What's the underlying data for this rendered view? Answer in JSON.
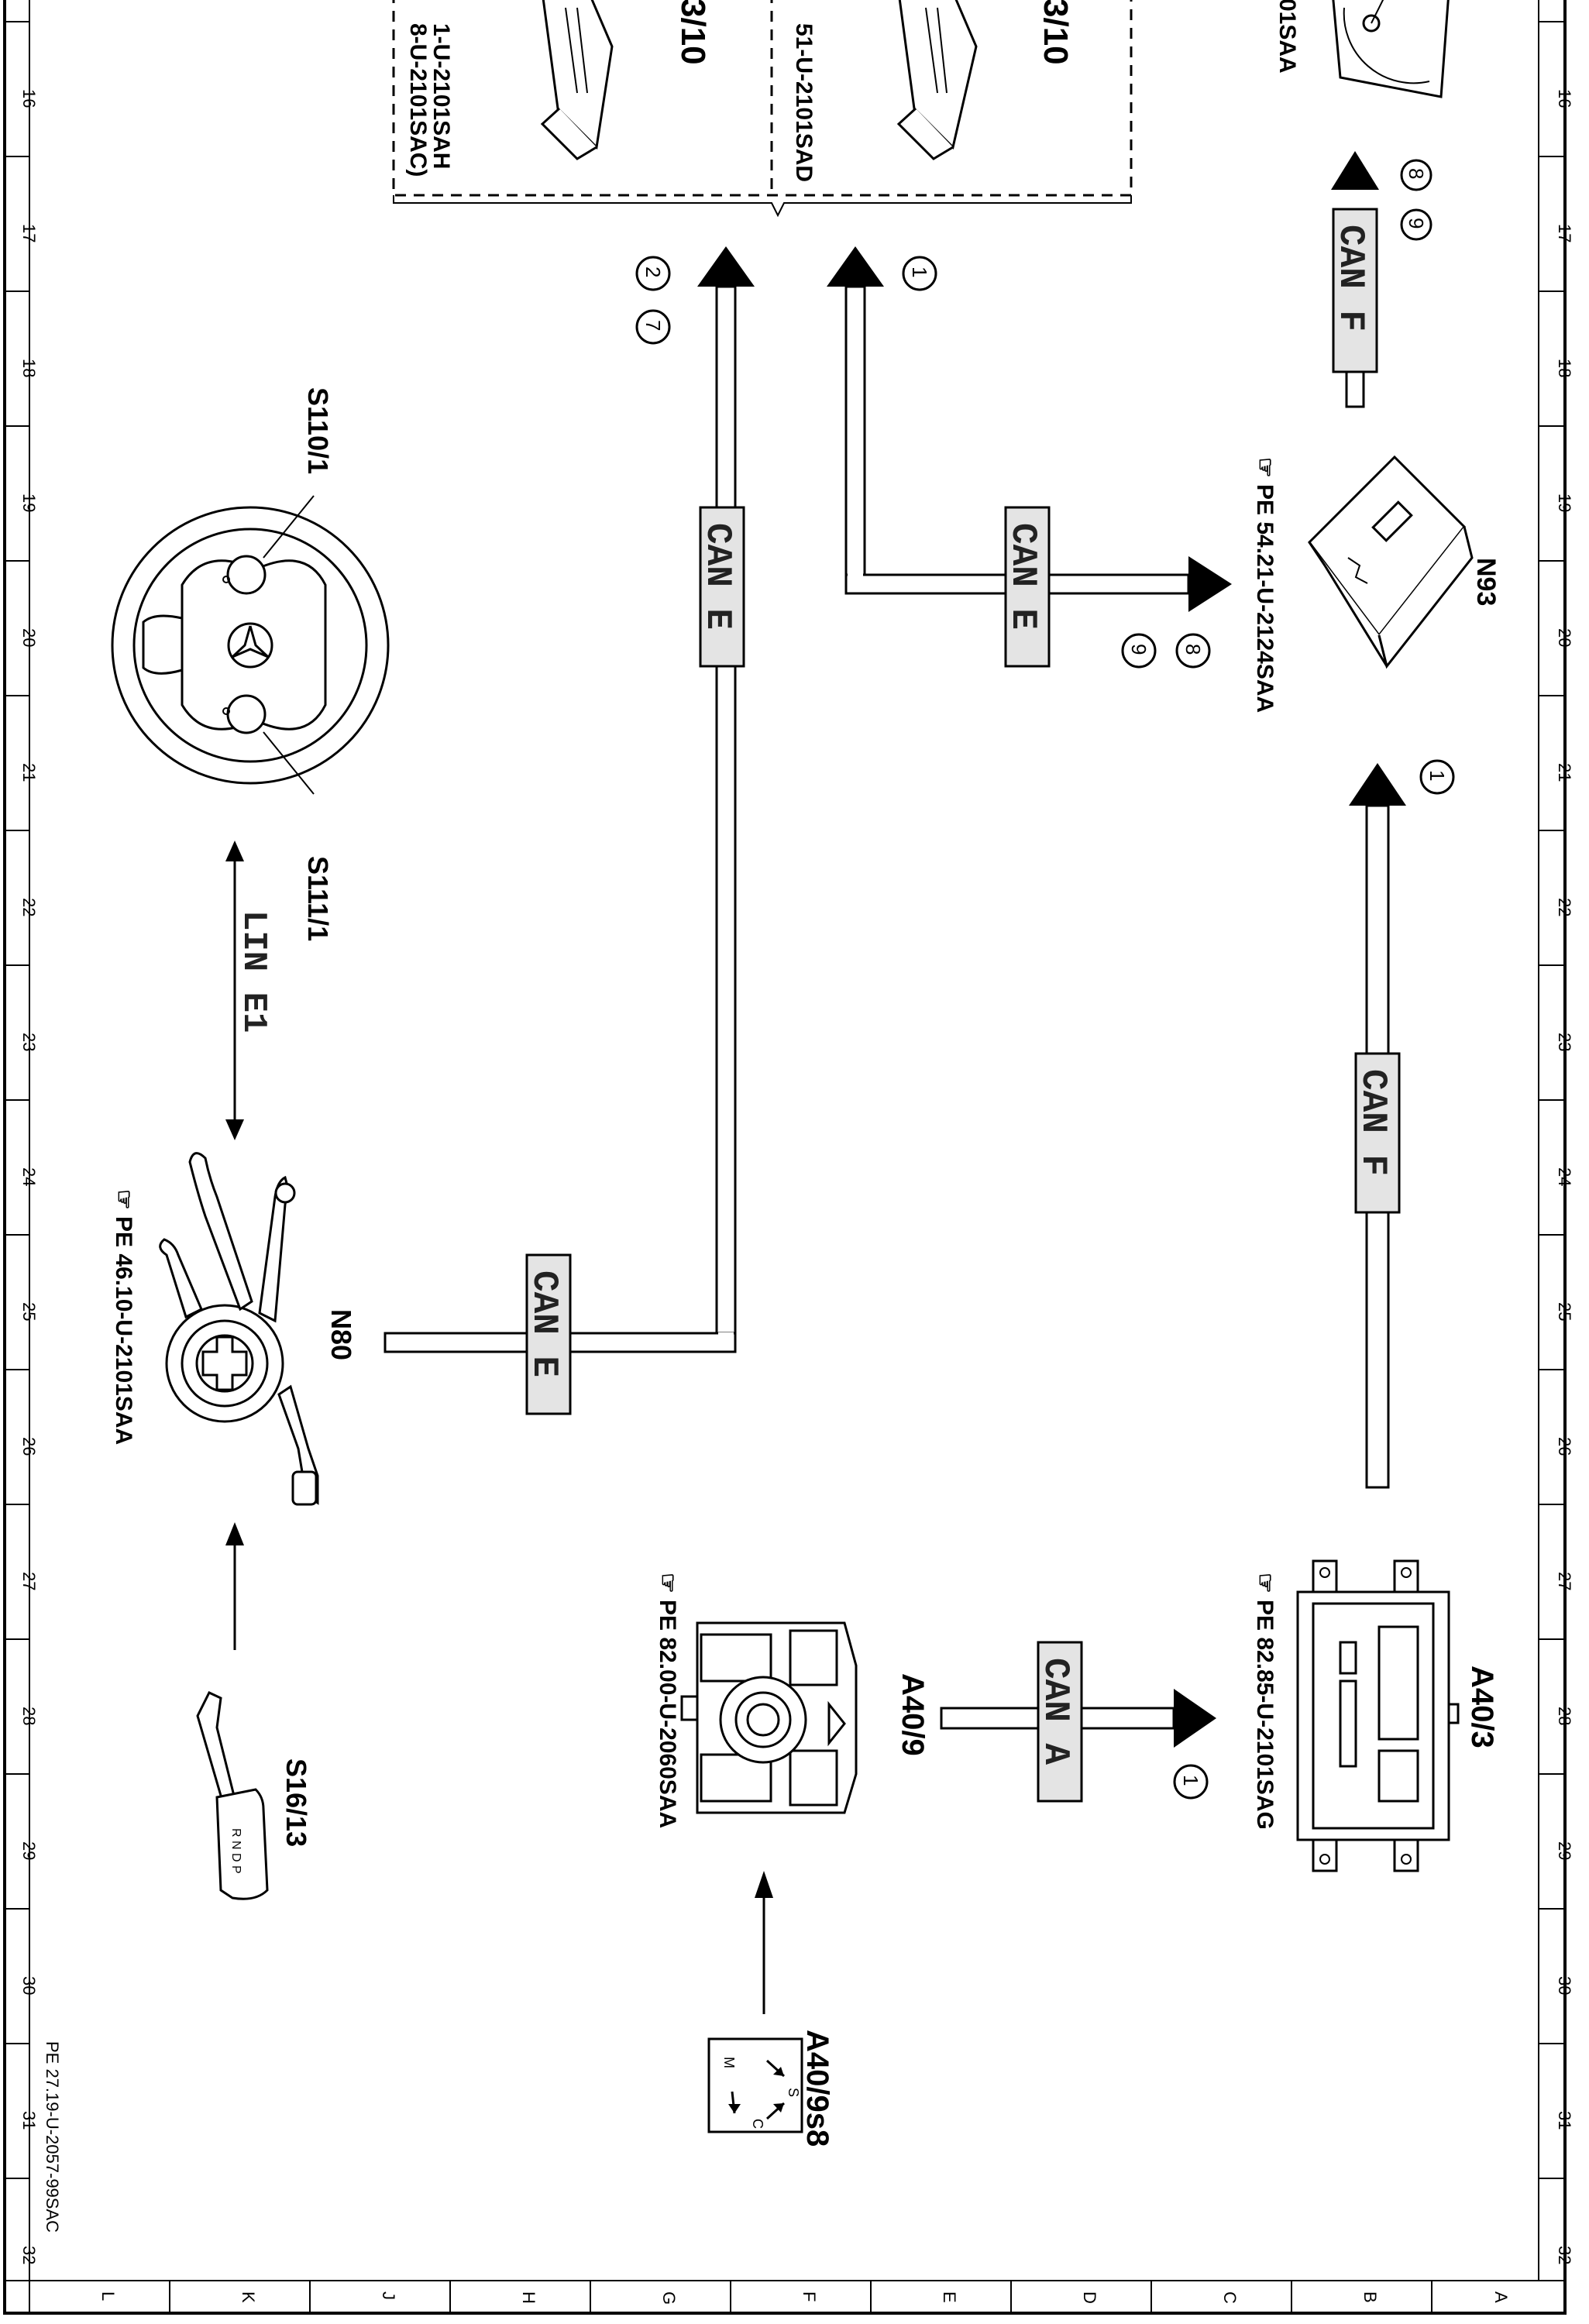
{
  "document": {
    "footer_code": "PE 27.19-U-2057-99SAC"
  },
  "grid": {
    "left_numbers": [
      "16",
      "17",
      "18",
      "19",
      "20",
      "21",
      "22",
      "23",
      "24",
      "25",
      "26",
      "27",
      "28",
      "29",
      "30",
      "31",
      "32"
    ],
    "right_numbers": [
      "16",
      "17",
      "18",
      "19",
      "20",
      "21",
      "22",
      "23",
      "24",
      "25",
      "26",
      "27",
      "28",
      "29",
      "30",
      "31",
      "32"
    ],
    "bottom_letters": [
      "L",
      "K",
      "J",
      "H",
      "G",
      "F",
      "E",
      "D",
      "C",
      "B",
      "A"
    ]
  },
  "top_modules": {
    "left_label_line1": "1-U-2101SAH",
    "left_label_line2": "8-U-2101SAC)",
    "left_number": "3/10",
    "right_label": "51-U-2101SAD",
    "right_number": "3/10",
    "far_right_label": "01SAA"
  },
  "components": {
    "s110_1": "S110/1",
    "s111_1": "S111/1",
    "n80": "N80",
    "n80_ref": "PE 46.10-U-2101SAA",
    "s16_13": "S16/13",
    "a40_9": "A40/9",
    "a40_9_ref": "PE 82.00-U-2060SAA",
    "a40_9s8": "A40/9s8",
    "a40_3": "A40/3",
    "a40_3_ref": "PE 82.85-U-2101SAG",
    "n93": "N93",
    "n93_ref": "PE 54.21-U-2124SAA"
  },
  "buses": {
    "can_e": "CAN E",
    "can_f": "CAN F",
    "can_a": "CAN A",
    "lin_e1": "LIN E1"
  },
  "markers": {
    "m1": "1",
    "m2": "2",
    "m7": "7",
    "m8": "8",
    "m9": "9"
  },
  "shifter_letters": "R N D P",
  "switch_letters": {
    "s": "S",
    "m": "M",
    "c": "C"
  }
}
